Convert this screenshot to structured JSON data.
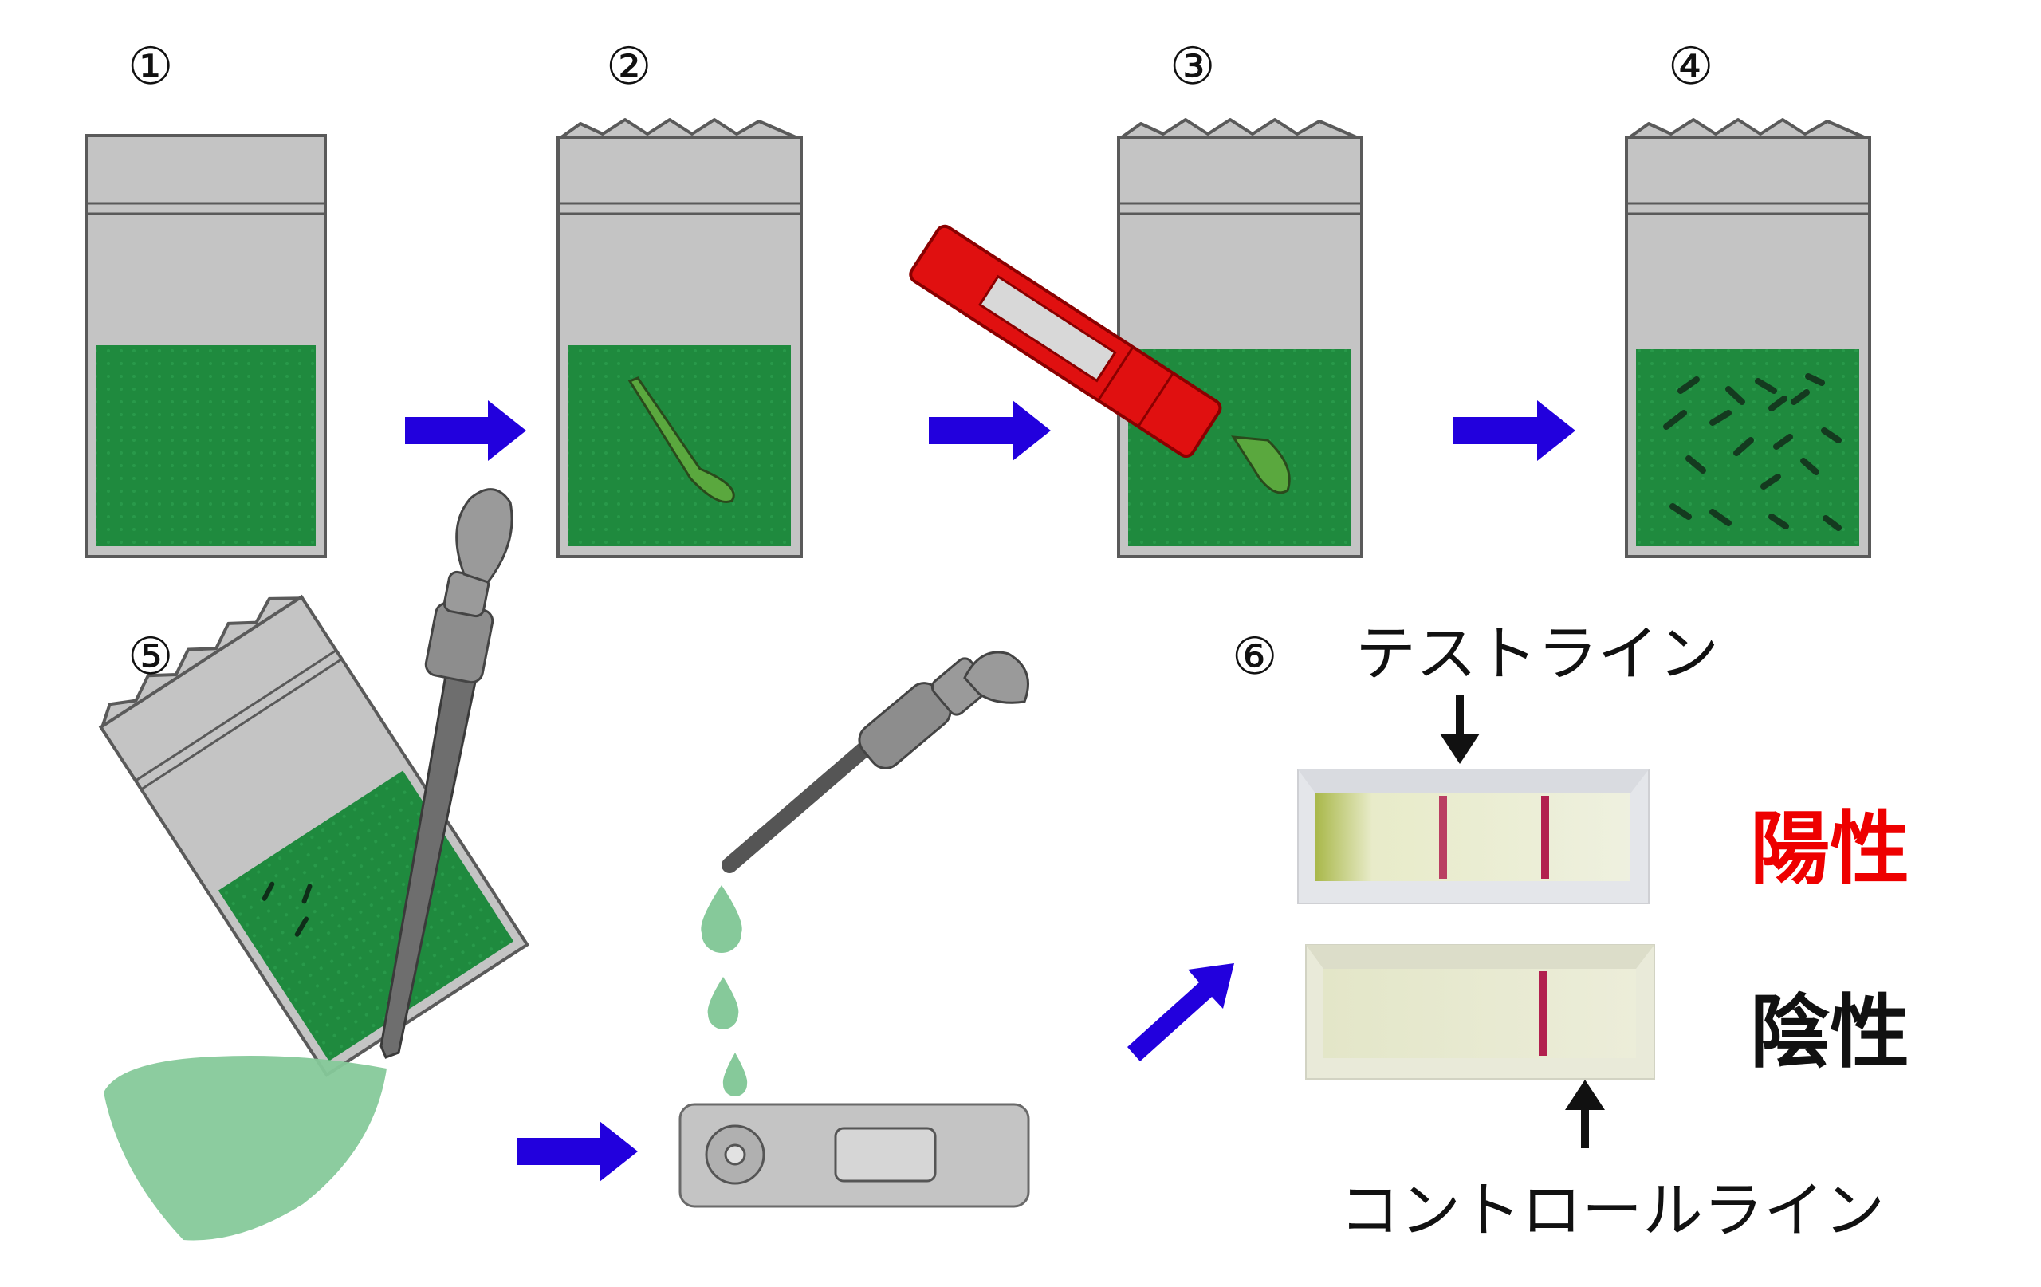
{
  "steps": [
    {
      "number": "①"
    },
    {
      "number": "②"
    },
    {
      "number": "③"
    },
    {
      "number": "④"
    },
    {
      "number": "⑤"
    },
    {
      "number": "⑥"
    }
  ],
  "labels": {
    "test_line": "テストライン",
    "control_line": "コントロールライン"
  },
  "results": {
    "positive": "陽性",
    "negative": "陰性"
  },
  "colors": {
    "arrow": "#2200dd",
    "bag": "#c4c4c4",
    "bag_outline": "#5a5a5a",
    "liquid": "#1f8a3e",
    "liquid_light": "#86c99a",
    "tool_red": "#e01010",
    "test_band": "#b2204f",
    "positive_text": "#ee0000",
    "negative_text": "#111111"
  }
}
